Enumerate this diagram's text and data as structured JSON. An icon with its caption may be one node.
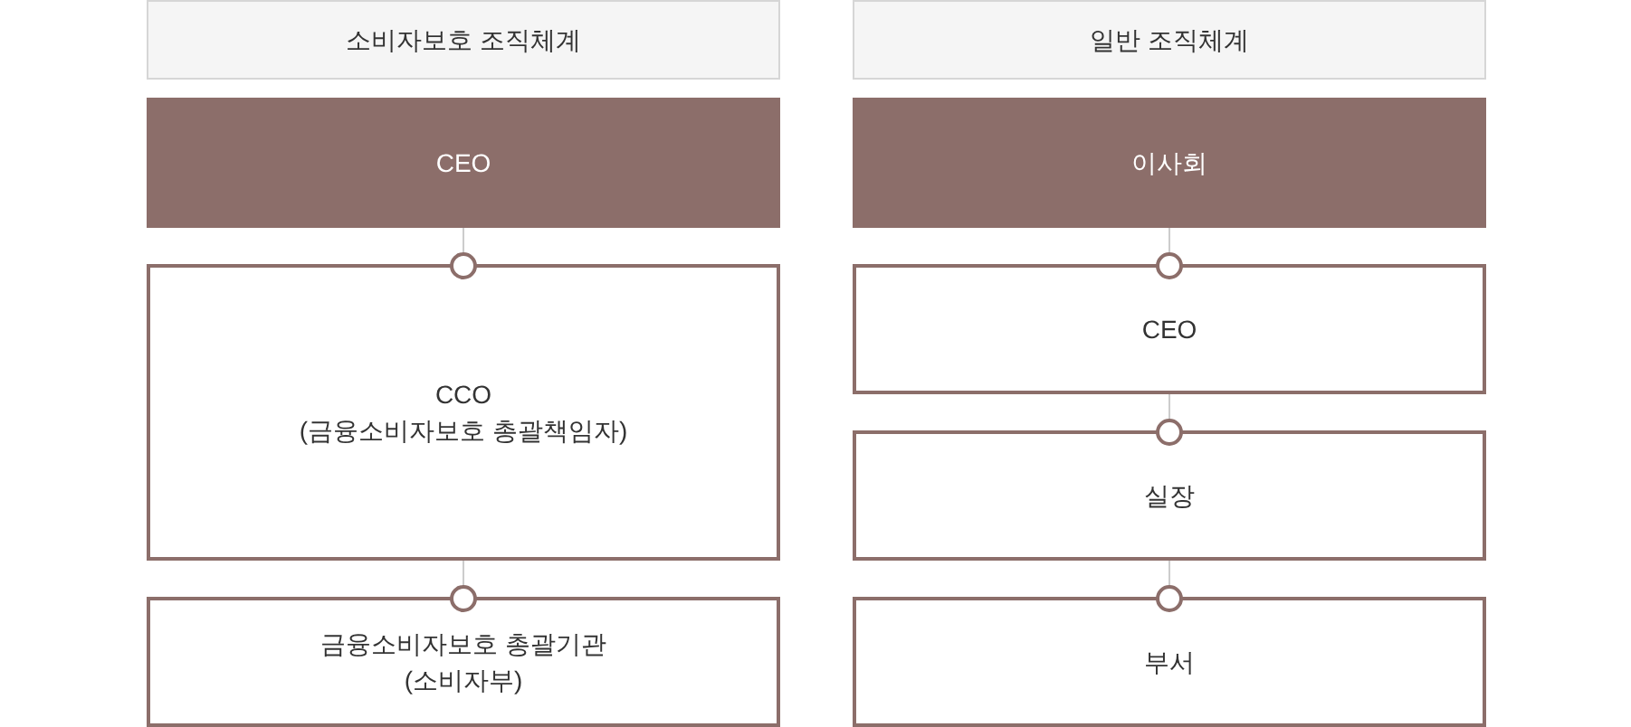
{
  "diagram": {
    "nodes": [
      {
        "text": [
          "소비자보호 조직체계"
        ]
      },
      {
        "text": [
          "CEO"
        ]
      },
      {
        "text": [
          "CCO",
          "(금융소비자보호 총괄책임자)"
        ]
      },
      {
        "text": [
          "금융소비자보호 총괄기관",
          "(소비자부)"
        ]
      },
      {
        "text": [
          "일반 조직체계"
        ]
      },
      {
        "text": [
          "이사회"
        ]
      },
      {
        "text": [
          "CEO"
        ]
      },
      {
        "text": [
          "실장"
        ]
      },
      {
        "text": [
          "부서"
        ]
      }
    ],
    "edges": [
      {
        "from": 1,
        "to": 2,
        "arrow": "other"
      },
      {
        "from": 2,
        "to": 3,
        "arrow": "other"
      },
      {
        "from": 5,
        "to": 6,
        "arrow": "other"
      },
      {
        "from": 6,
        "to": 7,
        "arrow": "other"
      },
      {
        "from": 7,
        "to": 8,
        "arrow": "other"
      }
    ]
  }
}
